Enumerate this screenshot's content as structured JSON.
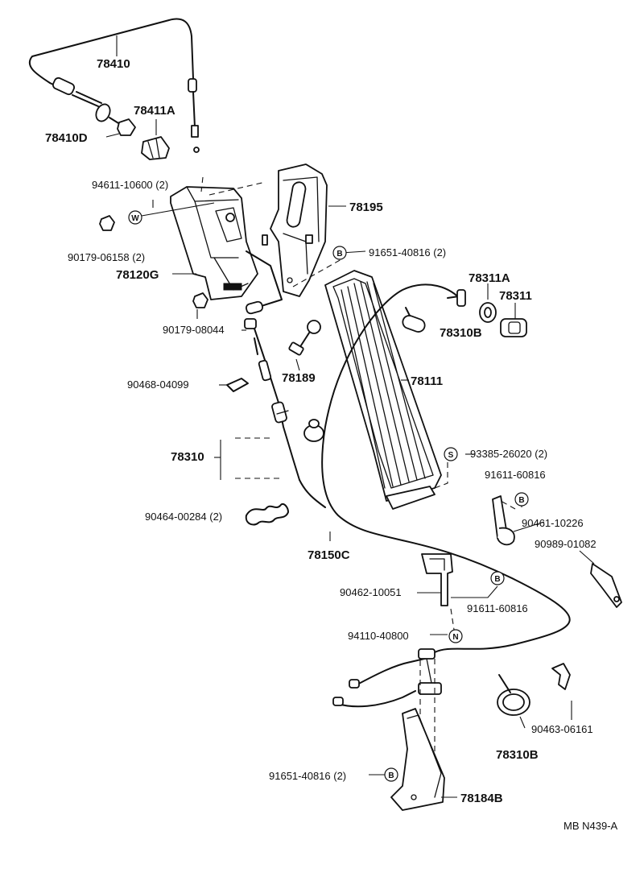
{
  "labels": {
    "p78410": "78410",
    "p78411A": "78411A",
    "p78410D": "78410D",
    "p94611": "94611-10600 (2)",
    "p78195": "78195",
    "p90179_06158": "90179-06158 (2)",
    "p91651_top": "91651-40816 (2)",
    "p78120G": "78120G",
    "p78311A": "78311A",
    "p78311": "78311",
    "p90179_08044": "90179-08044",
    "p78310B_top": "78310B",
    "p78189": "78189",
    "p90468": "90468-04099",
    "p78111": "78111",
    "p78310": "78310",
    "p93385": "93385-26020 (2)",
    "p91611_top": "91611-60816",
    "p90464": "90464-00284 (2)",
    "p90461": "90461-10226",
    "p78150C": "78150C",
    "p90989": "90989-01082",
    "p90462": "90462-10051",
    "p91611_mid": "91611-60816",
    "p94110": "94110-40800",
    "p90463": "90463-06161",
    "p78310B_bottom": "78310B",
    "p91651_bottom": "91651-40816 (2)",
    "p78184B": "78184B",
    "ref": "MB N439-A"
  },
  "symbols": {
    "W": "W",
    "B": "B",
    "S": "S",
    "N": "N"
  }
}
